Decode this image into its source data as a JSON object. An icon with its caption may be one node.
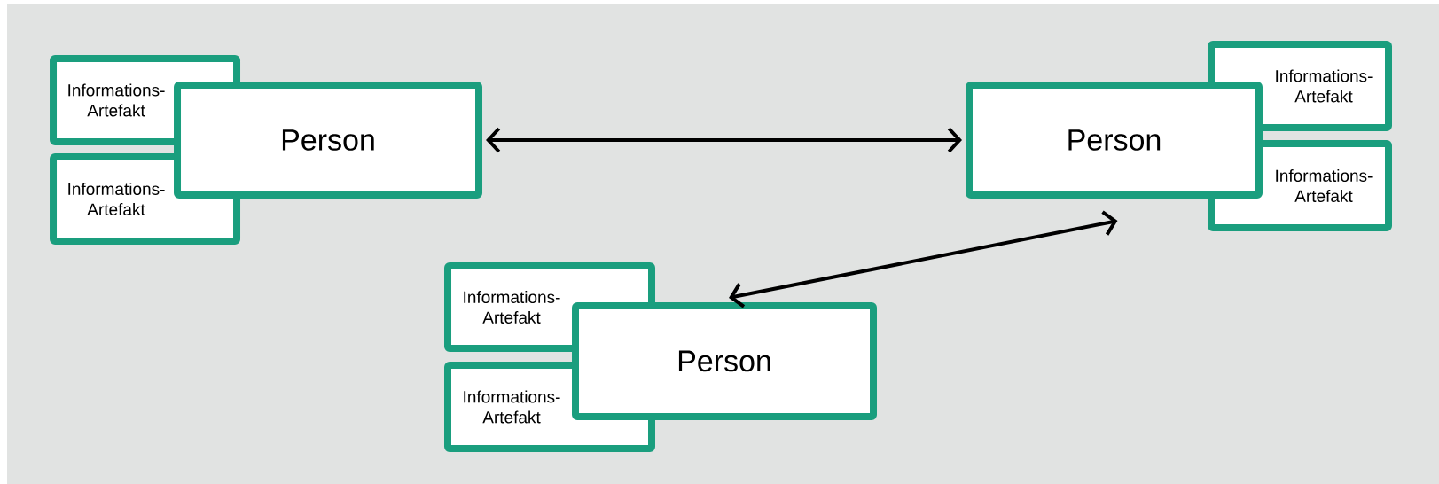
{
  "diagram": {
    "nodes": [
      {
        "text": [
          "Informations- Artefakt"
        ]
      },
      {
        "text": [
          "Informations- Artefakt"
        ]
      },
      {
        "text": [
          "Person"
        ]
      },
      {
        "text": [
          "Person"
        ]
      },
      {
        "text": [
          "Informations- Artefakt"
        ]
      },
      {
        "text": [
          "Informations- Artefakt"
        ]
      },
      {
        "text": [
          "Informations- Artefakt"
        ]
      },
      {
        "text": [
          "Informations- Artefakt"
        ]
      },
      {
        "text": [
          "Person"
        ]
      }
    ],
    "edges": [
      {
        "from": 2,
        "to": 3,
        "arrow": "both"
      },
      {
        "from": 8,
        "to": 3,
        "arrow": "both"
      }
    ]
  }
}
